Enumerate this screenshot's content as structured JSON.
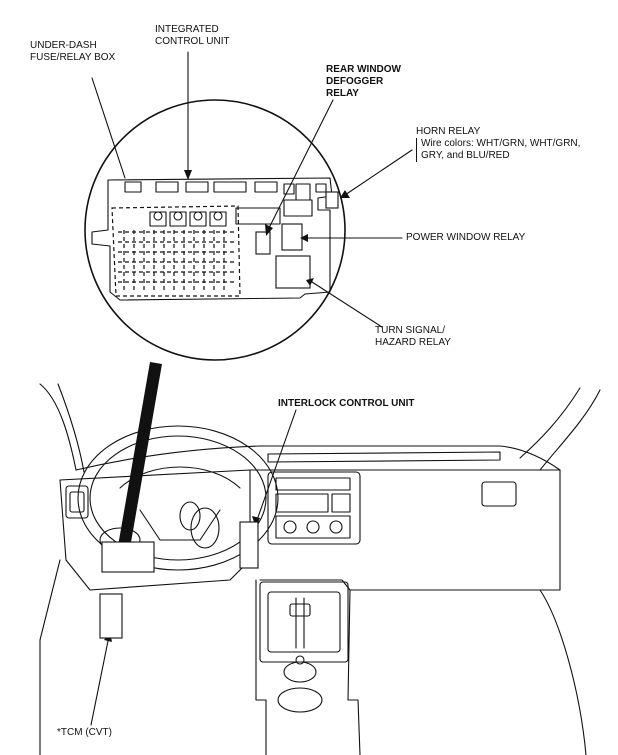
{
  "labels": {
    "under_dash": [
      "UNDER-DASH",
      "FUSE/RELAY BOX"
    ],
    "integrated": [
      "INTEGRATED",
      "CONTROL UNIT"
    ],
    "rear_defogger": [
      "REAR WINDOW",
      "DEFOGGER",
      "RELAY"
    ],
    "horn_relay": "HORN RELAY",
    "horn_wire_colors": [
      "Wire colors: WHT/GRN, WHT/GRN,",
      "GRY, and BLU/RED"
    ],
    "power_window": "POWER WINDOW RELAY",
    "turn_signal": [
      "TURN SIGNAL/",
      "HAZARD RELAY"
    ],
    "interlock": "INTERLOCK CONTROL UNIT",
    "tcm": "*TCM (CVT)"
  },
  "colors": {
    "line": "#111111",
    "background": "#ffffff"
  }
}
